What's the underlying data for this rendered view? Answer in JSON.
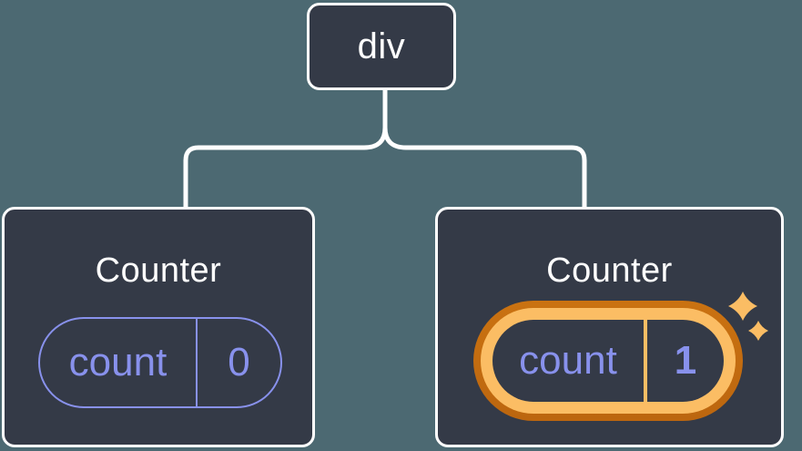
{
  "diagram": {
    "description": "React component tree showing state isolation between two Counter instances",
    "root_node": {
      "label": "div"
    },
    "left_node": {
      "title": "Counter",
      "state_key": "count",
      "state_value": "0",
      "highlighted": false
    },
    "right_node": {
      "title": "Counter",
      "state_key": "count",
      "state_value": "1",
      "highlighted": true
    },
    "colors": {
      "background": "#4C6972",
      "node_background": "#343A47",
      "node_border": "#FFFFFF",
      "connector": "#FFFFFF",
      "state_text": "#8891EC",
      "state_pill_border": "#8891EC",
      "highlight_ring_outer": "#C2690F",
      "highlight_ring_inner": "#FBBD64",
      "sparkles": "#FBBD64"
    }
  }
}
